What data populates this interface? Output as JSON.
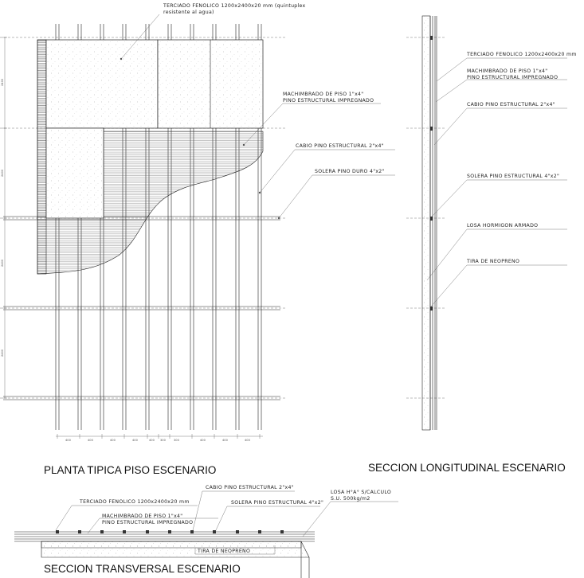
{
  "titles": {
    "planta": "PLANTA TIPICA PISO ESCENARIO",
    "longitudinal": "SECCION LONGITUDINAL ESCENARIO",
    "transversal": "SECCION TRANSVERSAL ESCENARIO"
  },
  "planta_labels": {
    "terciado_1": "TERCIADO FENOLICO  1200x2400x20  mm  (quintuplex",
    "terciado_2": "resistente  al  agua)",
    "machimbrado_1": "MACHIMBRADO  DE  PISO  1\"x4\"",
    "machimbrado_2": "PINO  ESTRUCTURAL  IMPREGNADO",
    "cabio": "CABIO  PINO  ESTRUCTURAL  2\"x4\"",
    "solera": "SOLERA  PINO  DURO  4\"x2\""
  },
  "longitudinal_labels": {
    "terciado": "TERCIADO  FENOLICO  1200x2400x20  mm",
    "machimbrado_1": "MACHIMBRADO  DE  PISO  1\"x4\"",
    "machimbrado_2": "PINO  ESTRUCTURAL  IMPREGNADO",
    "cabio": "CABIO  PINO  ESTRUCTURAL  2\"x4\"",
    "solera": "SOLERA  PINO  ESTRUCTURAL  4\"x2\"",
    "losa": "LOSA  HORMIGON  ARMADO",
    "tira": "TIRA  DE  NEOPRENO"
  },
  "transversal_labels": {
    "terciado": "TERCIADO  FENOLICO  1200x2400x20  mm",
    "cabio": "CABIO  PINO  ESTRUCTURAL  2\"x4\"",
    "machimbrado_1": "MACHIMBRADO  DE  PISO  1\"x4\"",
    "machimbrado_2": "PINO  ESTRUCTURAL  IMPREGNADO",
    "solera": "SOLERA  PINO  ESTRUCTURAL  4\"x2\"",
    "losa_1": "LOSA  H°A°  S/CALCULO",
    "losa_2": "S.U.  500kg/m2",
    "tira": "TIRA  DE  NEOPRENO"
  },
  "dimensions": {
    "bottom_spacings": [
      "400",
      "400",
      "400",
      "400",
      "400",
      "300",
      "300",
      "400",
      "400",
      "400",
      "400"
    ],
    "side_spacings": [
      "2400",
      "2400",
      "2400",
      "2400"
    ]
  }
}
